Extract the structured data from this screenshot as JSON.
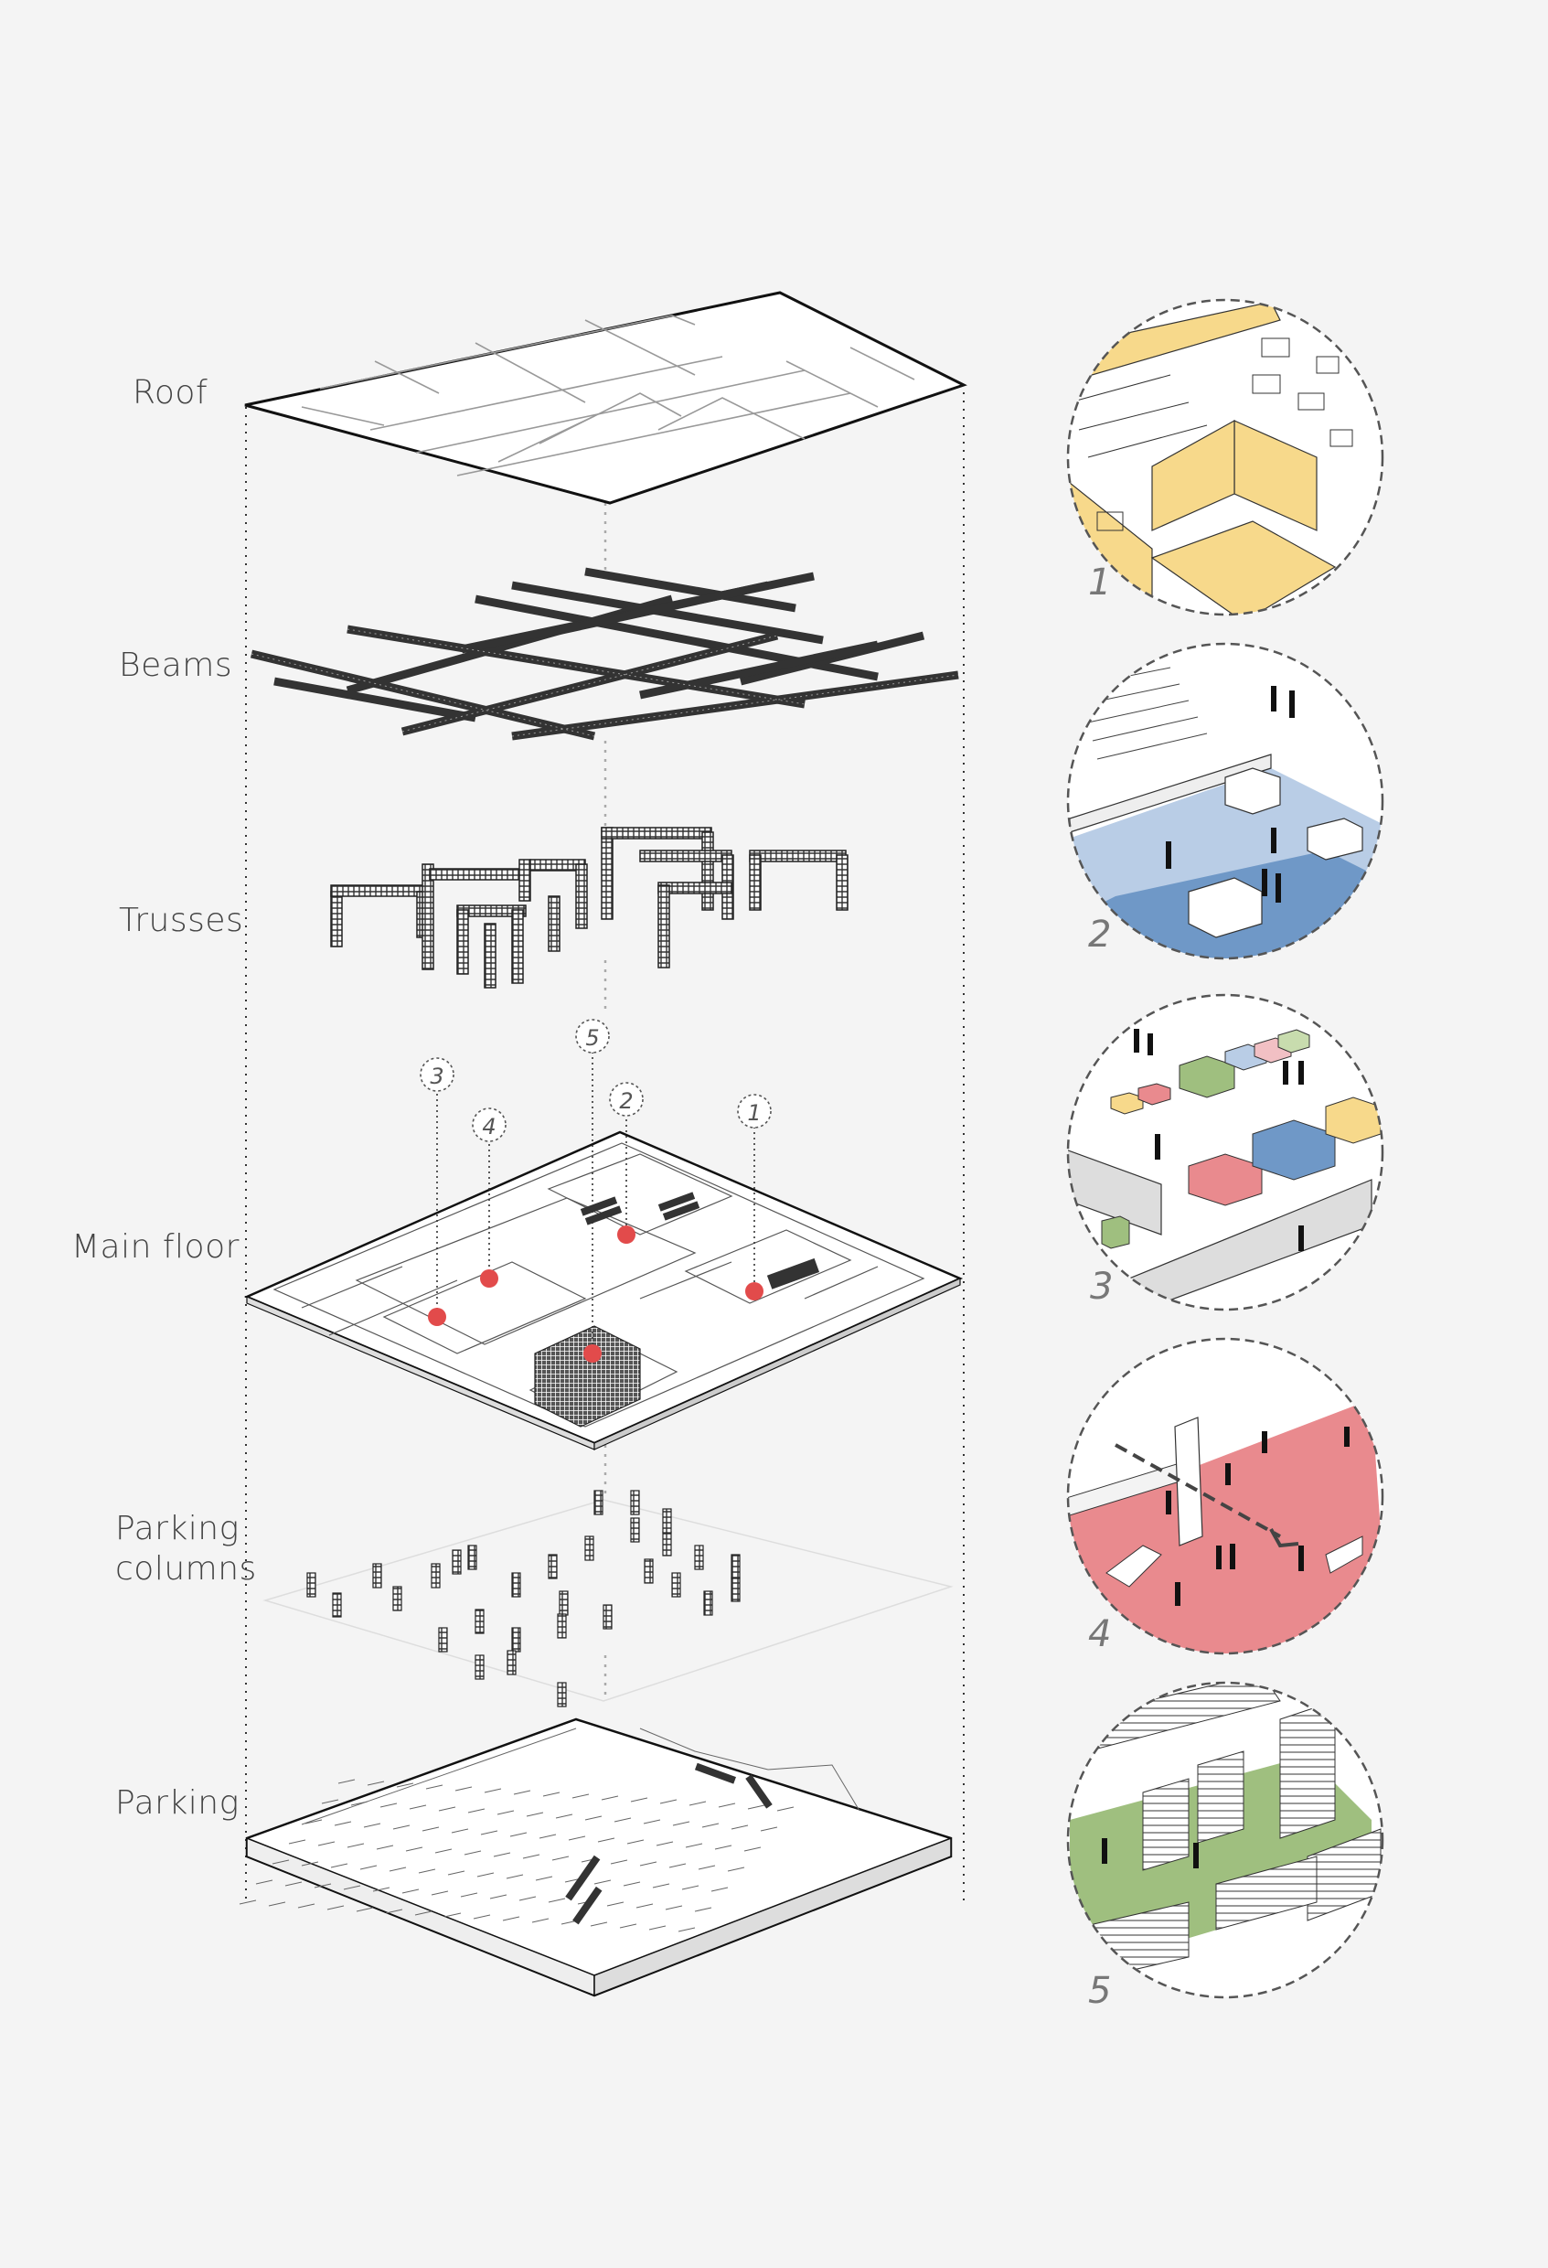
{
  "layers": [
    {
      "id": "roof",
      "label": "Roof"
    },
    {
      "id": "beams",
      "label": "Beams"
    },
    {
      "id": "trusses",
      "label": "Trusses"
    },
    {
      "id": "main-floor",
      "label": "Main floor"
    },
    {
      "id": "parking-columns",
      "label": "Parking columns",
      "lines": [
        "Parking",
        "columns"
      ]
    },
    {
      "id": "parking",
      "label": "Parking"
    }
  ],
  "floor_markers": [
    {
      "number": "3"
    },
    {
      "number": "4"
    },
    {
      "number": "5"
    },
    {
      "number": "2"
    },
    {
      "number": "1"
    }
  ],
  "detail_circles": [
    {
      "number": "1",
      "accent": "#f7d98b"
    },
    {
      "number": "2",
      "accent": "#6f98c7"
    },
    {
      "number": "3",
      "accent": "#e9e9e9"
    },
    {
      "number": "4",
      "accent": "#e98a8e"
    },
    {
      "number": "5",
      "accent": "#9fbf7f"
    }
  ],
  "colors": {
    "background": "#f4f4f4",
    "line": "#222222",
    "marker": "#e24b4b",
    "yellow": "#f7d98b",
    "blue": "#6f98c7",
    "light_blue": "#b9cde6",
    "red": "#e98a8e",
    "green": "#9fbf7f"
  }
}
